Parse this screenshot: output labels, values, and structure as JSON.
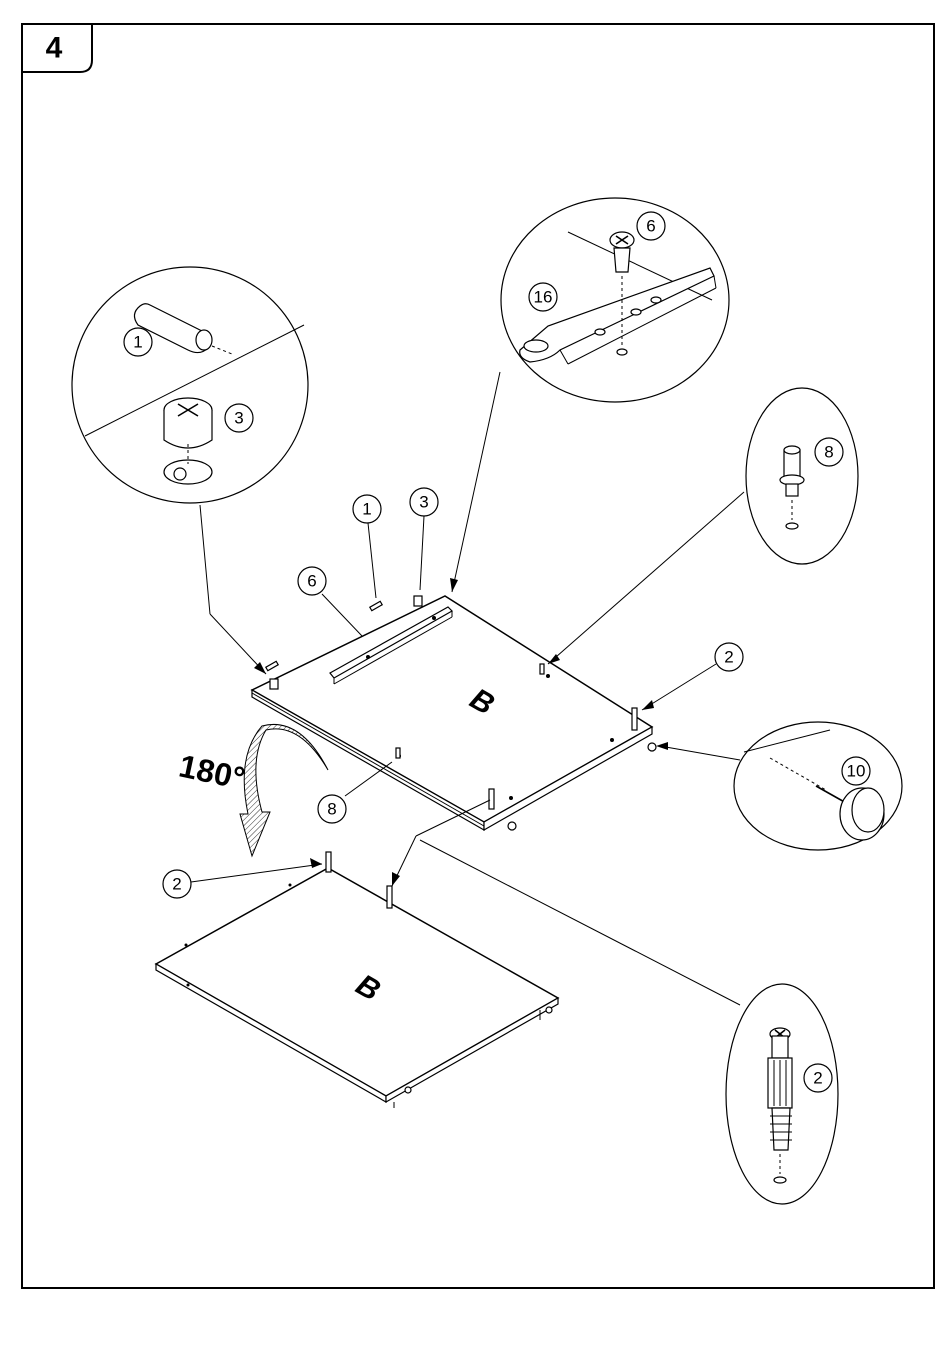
{
  "step": {
    "number": "4"
  },
  "rotation": {
    "label": "180°"
  },
  "panels": {
    "top_label": "B",
    "bottom_label": "B"
  },
  "callouts": {
    "c1_main": "1",
    "c3_main": "3",
    "c6_main": "6",
    "c2_right": "2",
    "c8_main": "8",
    "c2_bottom": "2"
  },
  "details": {
    "dowel_cam": {
      "part_a": "1",
      "part_b": "3"
    },
    "rail": {
      "part_a": "6",
      "part_b": "16"
    },
    "pin": {
      "part": "8"
    },
    "glide": {
      "part": "10"
    },
    "bolt": {
      "part": "2"
    }
  }
}
